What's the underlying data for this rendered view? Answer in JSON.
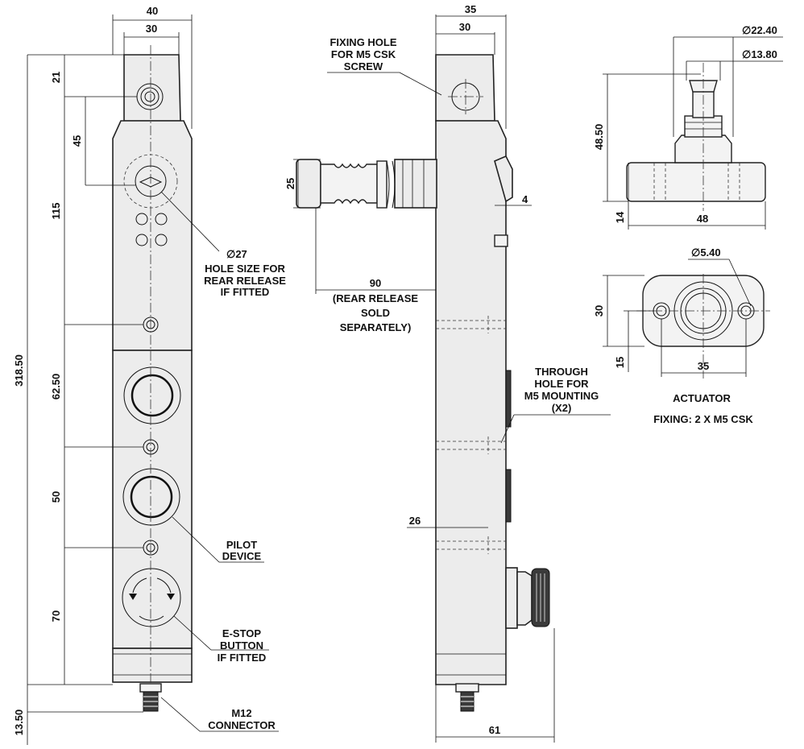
{
  "front_view": {
    "dims": {
      "width_40": "40",
      "width_30": "30",
      "h_21": "21",
      "h_45": "45",
      "h_115": "115",
      "h_318": "318.50",
      "h_62": "62.50",
      "h_50": "50",
      "h_70": "70",
      "h_13": "13.50"
    },
    "notes": {
      "rear_hole_dia": "27",
      "rear_hole_l1": "HOLE SIZE FOR",
      "rear_hole_l2": "REAR RELEASE",
      "rear_hole_l3": "IF FITTED",
      "pilot_l1": "PILOT",
      "pilot_l2": "DEVICE",
      "estop_l1": "E-STOP",
      "estop_l2": "BUTTON",
      "estop_l3": "IF FITTED",
      "m12_l1": "M12",
      "m12_l2": "CONNECTOR"
    }
  },
  "side_view": {
    "dims": {
      "width_35": "35",
      "width_30": "30",
      "h_25": "25",
      "d_4": "4",
      "d_90": "90",
      "d_26": "26",
      "d_61": "61"
    },
    "notes": {
      "fix_l1": "FIXING HOLE",
      "fix_l2": "FOR M5 CSK",
      "fix_l3": "SCREW",
      "rr_l1": "(REAR RELEASE",
      "rr_l2": "SOLD",
      "rr_l3": "SEPARATELY)",
      "th_l1": "THROUGH",
      "th_l2": "HOLE FOR",
      "th_l3": "M5 MOUNTING",
      "th_l4": "(X2)"
    }
  },
  "actuator": {
    "dims": {
      "dia_22": "22.40",
      "dia_13": "13.80",
      "h_48": "48.50",
      "h_14": "14",
      "w_48": "48",
      "dia_5": "5.40",
      "h_30": "30",
      "h_15": "15",
      "w_35": "35"
    },
    "title": "ACTUATOR",
    "fixing": "FIXING: 2 X M5 CSK"
  }
}
